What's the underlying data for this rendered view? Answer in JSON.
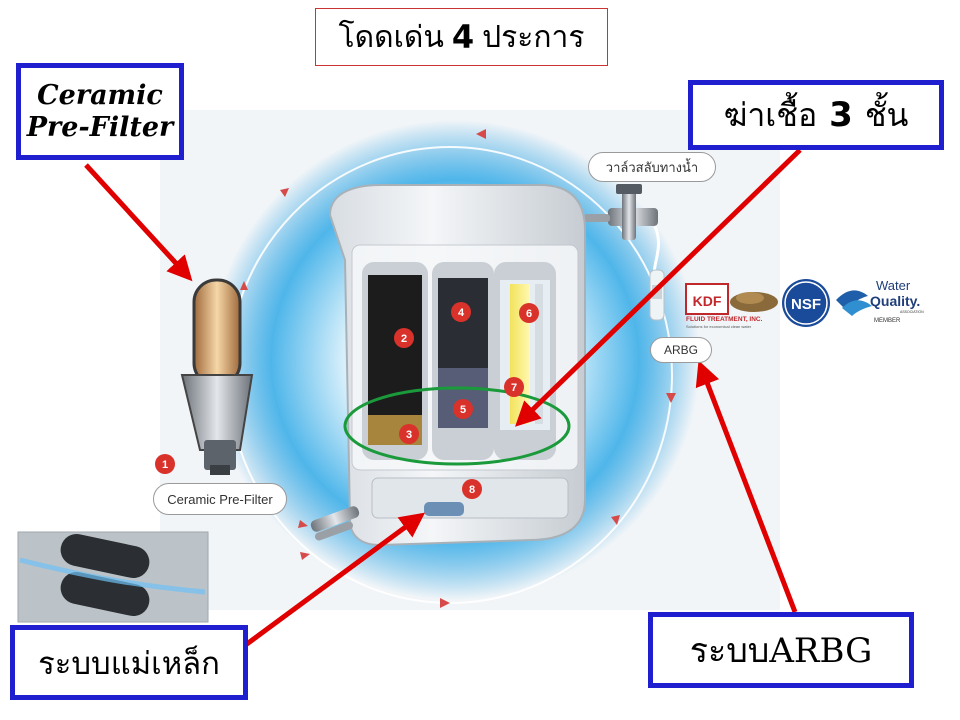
{
  "title": {
    "prefix": "โดดเด่น",
    "number": "4",
    "suffix": "ประการ"
  },
  "callouts": {
    "ceramic": {
      "line1": "Ceramic",
      "line2": "Pre-Filter"
    },
    "sterilize": {
      "prefix": "ฆ่าเชื้อ",
      "number": "3",
      "suffix": "ชั้น"
    },
    "magnet": "ระบบแม่เหล็ก",
    "arbg": "ระบบARBG"
  },
  "diagram_labels": {
    "ceramic_pill": "Ceramic Pre-Filter",
    "valve_pill": "วาล์วสลับทางน้ำ",
    "arbg_pill": "ARBG"
  },
  "filter_numbers": [
    "1",
    "2",
    "3",
    "4",
    "5",
    "6",
    "7",
    "8"
  ],
  "logos": {
    "kdf": "KDF",
    "kdf_sub": "FLUID TREATMENT, INC.",
    "kdf_tag": "Solutions for economical clean water",
    "nsf": "NSF",
    "wq_line1": "Water",
    "wq_line2": "Quality.",
    "wq_assoc": "ASSOCIATION",
    "wq_member": "MEMBER"
  },
  "colors": {
    "callout_border": "#1f1fd0",
    "arrow": "#e00000",
    "highlight_ring": "#1a9a3a",
    "glow": "#2a9fe0",
    "marker": "#d8322a"
  }
}
